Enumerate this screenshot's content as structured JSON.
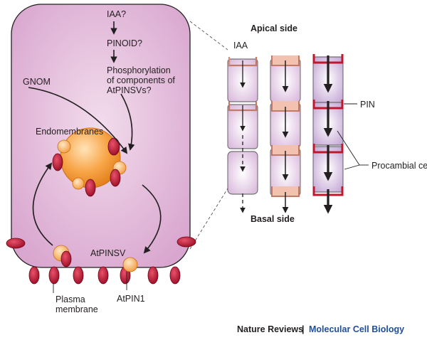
{
  "cell": {
    "cascade": [
      "IAA?",
      "PINOID?",
      "Phosphorylation",
      "of components of",
      "AtPINSVs?"
    ],
    "gnom": "GNOM",
    "endomembranes": "Endomembranes",
    "atpinsv": "AtPINSV",
    "plasma_membrane": [
      "Plasma",
      "membrane"
    ],
    "atpin1": "AtPIN1"
  },
  "tissue": {
    "apical_side": "Apical side",
    "basal_side": "Basal side",
    "iaa": "IAA",
    "pin": "PIN",
    "procambial_cells": "Procambial cells"
  },
  "credit": {
    "journal": "Nature Reviews",
    "separator": "|",
    "title": "Molecular Cell Biology"
  },
  "colors": {
    "cell_fill": "#e2b8d8",
    "cell_outline": "#231f20",
    "pin_protein": "#b5122e",
    "vesicle": "#f5a14a",
    "pin_band": "#c0172c",
    "pin_band_light": "#e9a58c"
  }
}
